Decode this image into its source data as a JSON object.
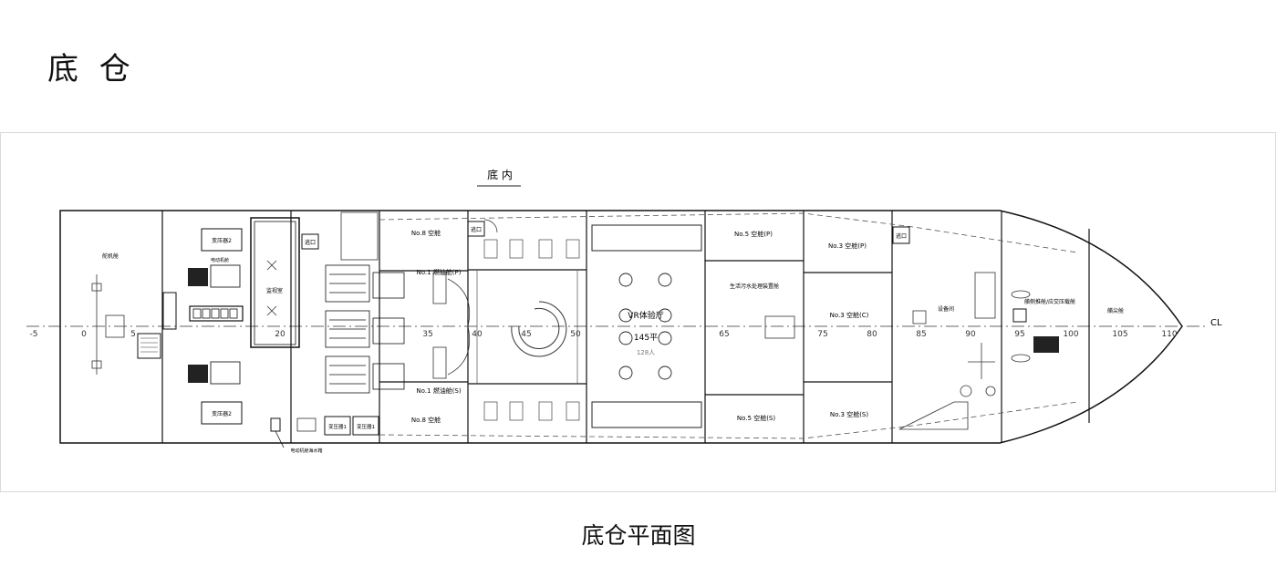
{
  "page": {
    "title": "底 仓",
    "caption": "底仓平面图"
  },
  "drawing": {
    "deck_label": "底 内",
    "centerline_label": "CL",
    "frame_numbers": [
      "-5",
      "0",
      "5",
      "20",
      "35",
      "40",
      "45",
      "50",
      "65",
      "75",
      "80",
      "85",
      "90",
      "95",
      "100",
      "105",
      "110"
    ],
    "rooms": {
      "steering": "舵机舱",
      "transformer_top": "变压器2",
      "transformer_bottom": "变压器2",
      "motor_top": "电动机舱",
      "monitor_room": "监视室",
      "transformer_s1": "变压器1",
      "transformer_s2": "变压器1",
      "sea_chest": "电动机舱海水箱",
      "void_no8_p": "No.8 空舱",
      "void_no8_s": "No.8 空舱",
      "fuel_p": "No.1 燃油舱(P)",
      "fuel_s": "No.1 燃油舱(S)",
      "vr_hall": "VR体验厅",
      "vr_area": "145平",
      "vr_seats": "128人",
      "void_no5_p": "No.5 空舱(P)",
      "void_no5_s": "No.5 空舱(S)",
      "sewage": "生活污水处理装置舱",
      "void_no3_p": "No.3 空舱(P)",
      "void_no3_c": "No.3 空舱(C)",
      "void_no3_s": "No.3 空舱(S)",
      "equipment": "设备间",
      "thruster": "艏侧推舱/应交压载舱",
      "forepeak": "艏尖舱",
      "exit_1": "逃口",
      "exit_2": "逃口",
      "exit_3": "逃口"
    }
  }
}
